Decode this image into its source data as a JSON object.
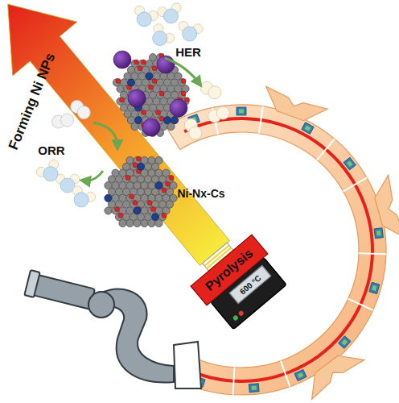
{
  "diagram": {
    "nodes": [
      {
        "text": [
          "Pyrolysis"
        ]
      },
      {
        "text": [
          "600 °C"
        ]
      }
    ],
    "labels": [
      "Forming Ni NPs",
      "HER",
      "ORR",
      "Ni-Nx-Cs"
    ]
  }
}
